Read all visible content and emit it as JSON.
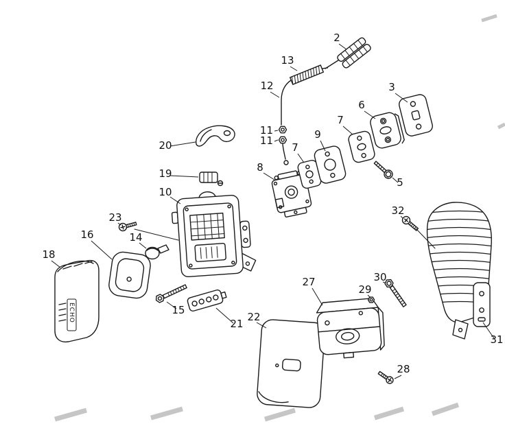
{
  "diagram": {
    "type": "exploded-parts-diagram",
    "brand_text": "ECHO",
    "callouts": [
      "2",
      "13",
      "12",
      "3",
      "6",
      "7",
      "9",
      "7",
      "11",
      "11",
      "5",
      "8",
      "20",
      "19",
      "10",
      "23",
      "14",
      "16",
      "18",
      "15",
      "21",
      "22",
      "27",
      "29",
      "30",
      "32",
      "31",
      "28"
    ]
  }
}
